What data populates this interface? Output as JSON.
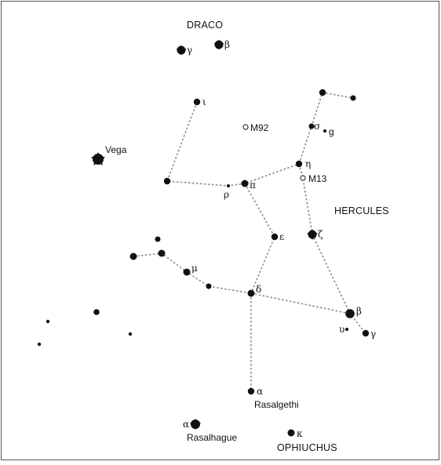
{
  "constellations": {
    "draco": "DRACO",
    "hercules": "HERCULES",
    "ophiuchus": "OPHIUCHUS"
  },
  "named": {
    "vega": "Vega",
    "rasalgethi": "Rasalgethi",
    "rasalhague": "Rasalhague",
    "m92": "M92",
    "m13": "M13"
  },
  "greek": {
    "draco_gamma": "γ",
    "draco_beta": "β",
    "iota": "ι",
    "sigma": "σ",
    "g": "g",
    "eta": "η",
    "rho": "ρ",
    "pi": "π",
    "epsilon": "ε",
    "zeta": "ζ",
    "mu": "μ",
    "delta": "δ",
    "beta": "β",
    "upsilon": "υ",
    "gamma": "γ",
    "alpha_her": "α",
    "alpha_oph": "α",
    "kappa": "κ"
  }
}
